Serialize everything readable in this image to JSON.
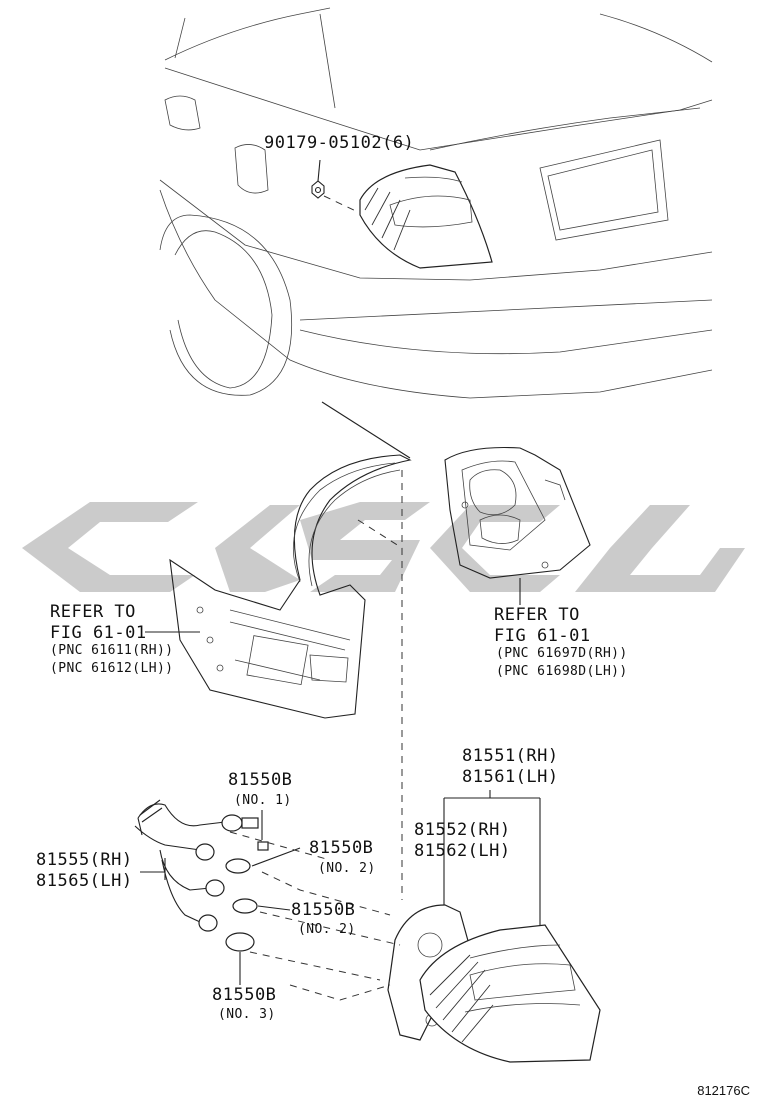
{
  "callouts": {
    "nut": "90179-05102(6)",
    "refer_left": {
      "line1": "REFER TO",
      "line2": "FIG 61-01",
      "line3": "(PNC 61611(RH))",
      "line4": "(PNC 61612(LH))"
    },
    "refer_right": {
      "line1": "REFER TO",
      "line2": "FIG 61-01",
      "line3": "(PNC 61697D(RH))",
      "line4": "(PNC 61698D(LH))"
    },
    "lamp_assy": {
      "rh": "81551(RH)",
      "lh": "81561(LH)"
    },
    "lens_body": {
      "rh": "81552(RH)",
      "lh": "81562(LH)"
    },
    "socket": {
      "rh": "81555(RH)",
      "lh": "81565(LH)"
    },
    "bulb1": {
      "part": "81550B",
      "note": "(NO. 1)"
    },
    "bulb2a": {
      "part": "81550B",
      "note": "(NO. 2)"
    },
    "bulb2b": {
      "part": "81550B",
      "note": "(NO. 2)"
    },
    "bulb3": {
      "part": "81550B",
      "note": "(NO. 3)"
    }
  },
  "figure_code": "812176C"
}
